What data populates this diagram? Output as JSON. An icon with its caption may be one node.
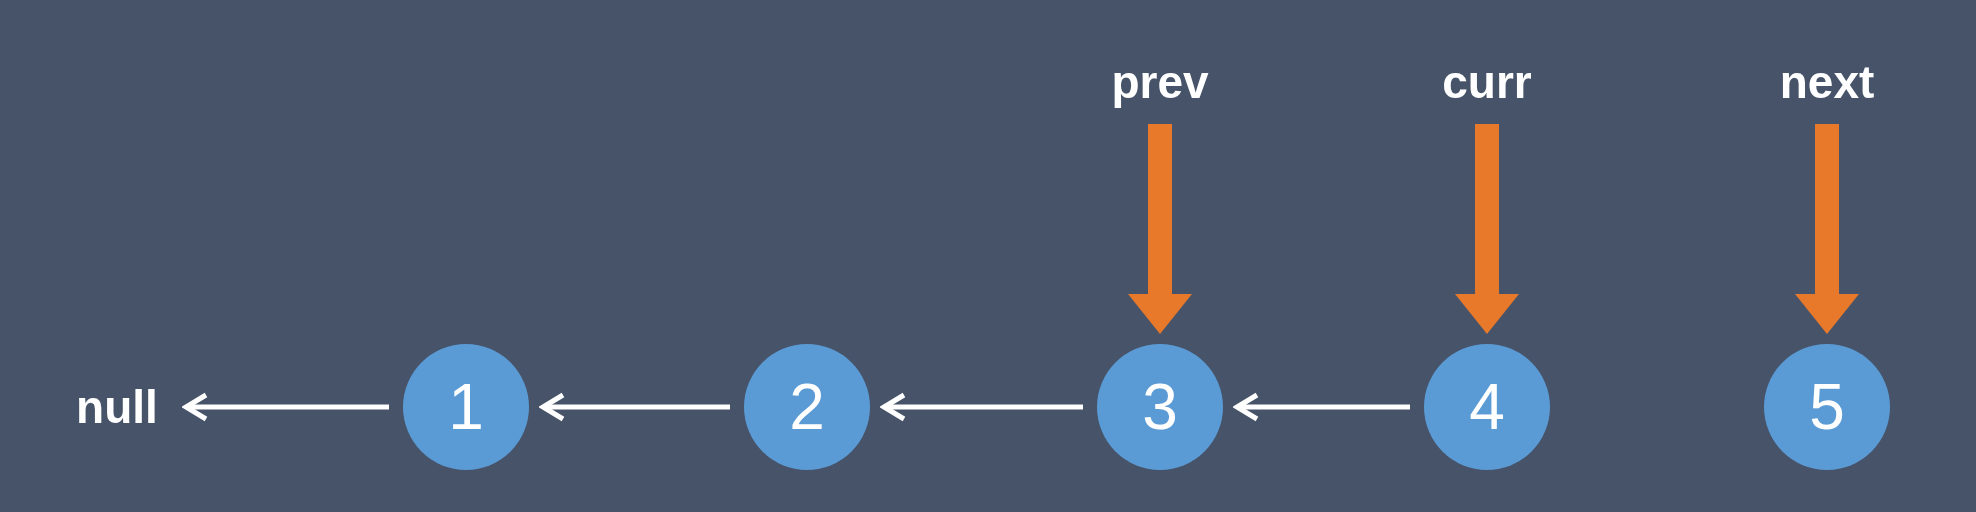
{
  "diagram": {
    "nodes": [
      {
        "text": [
          "prev"
        ]
      },
      {
        "text": [
          "curr"
        ]
      },
      {
        "text": [
          "next"
        ]
      },
      {
        "text": [
          "null"
        ]
      },
      {
        "text": [
          "1"
        ]
      },
      {
        "text": [
          "2"
        ]
      },
      {
        "text": [
          "3"
        ]
      },
      {
        "text": [
          "4"
        ]
      },
      {
        "text": [
          "5"
        ]
      }
    ],
    "edges": [
      {
        "from": 0,
        "to": 6,
        "arrow": "to",
        "style": "thick",
        "color": "#e8792b"
      },
      {
        "from": 1,
        "to": 7,
        "arrow": "to",
        "style": "thick",
        "color": "#e8792b"
      },
      {
        "from": 2,
        "to": 8,
        "arrow": "to",
        "style": "thick",
        "color": "#e8792b"
      },
      {
        "from": 4,
        "to": 3,
        "arrow": "to"
      },
      {
        "from": 5,
        "to": 4,
        "arrow": "to"
      },
      {
        "from": 6,
        "to": 5,
        "arrow": "to"
      },
      {
        "from": 7,
        "to": 6,
        "arrow": "to"
      }
    ]
  }
}
